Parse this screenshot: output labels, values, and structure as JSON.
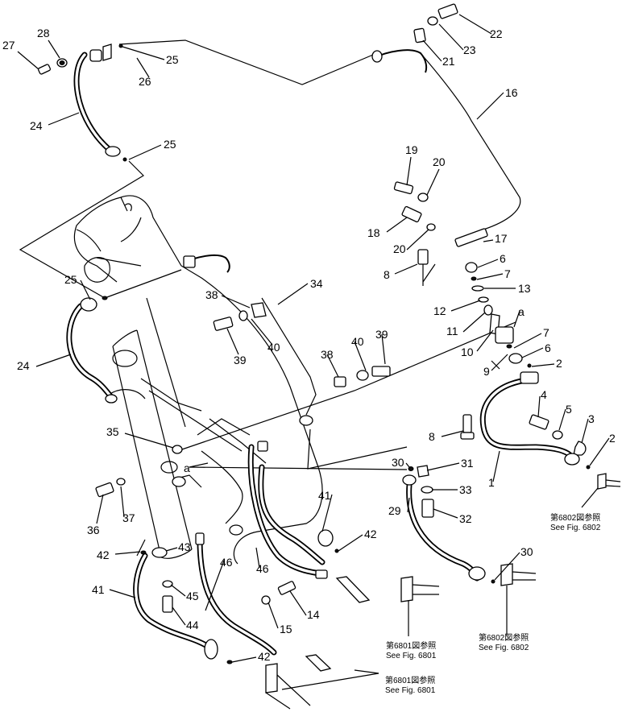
{
  "callouts": {
    "c1": "1",
    "c2a": "2",
    "c2b": "2",
    "c3": "3",
    "c4": "4",
    "c5": "5",
    "c6a": "6",
    "c6b": "6",
    "c7a": "7",
    "c7b": "7",
    "c8a": "8",
    "c8b": "8",
    "c9": "9",
    "c10": "10",
    "c11": "11",
    "c12": "12",
    "c13": "13",
    "c14": "14",
    "c15": "15",
    "c16": "16",
    "c17": "17",
    "c18": "18",
    "c19": "19",
    "c20a": "20",
    "c20b": "20",
    "c21": "21",
    "c22": "22",
    "c23": "23",
    "c24a": "24",
    "c24b": "24",
    "c25a": "25",
    "c25b": "25",
    "c25c": "25",
    "c26": "26",
    "c27": "27",
    "c28": "28",
    "c29": "29",
    "c30a": "30",
    "c30b": "30",
    "c31": "31",
    "c32": "32",
    "c33": "33",
    "c34": "34",
    "c35": "35",
    "c36": "36",
    "c37": "37",
    "c38a": "38",
    "c38b": "38",
    "c39a": "39",
    "c39b": "39",
    "c40a": "40",
    "c40b": "40",
    "c41a": "41",
    "c41b": "41",
    "c42a": "42",
    "c42b": "42",
    "c42c": "42",
    "c43": "43",
    "c44": "44",
    "c45": "45",
    "c46a": "46",
    "c46b": "46",
    "ca1": "a",
    "ca2": "a"
  },
  "references": {
    "r6802a_jp": "第6802図参照",
    "r6802a_en": "See Fig. 6802",
    "r6802b_jp": "第6802図参照",
    "r6802b_en": "See Fig. 6802",
    "r6801a_jp": "第6801図参照",
    "r6801a_en": "See Fig. 6801",
    "r6801b_jp": "第6801図参照",
    "r6801b_en": "See Fig. 6801"
  }
}
